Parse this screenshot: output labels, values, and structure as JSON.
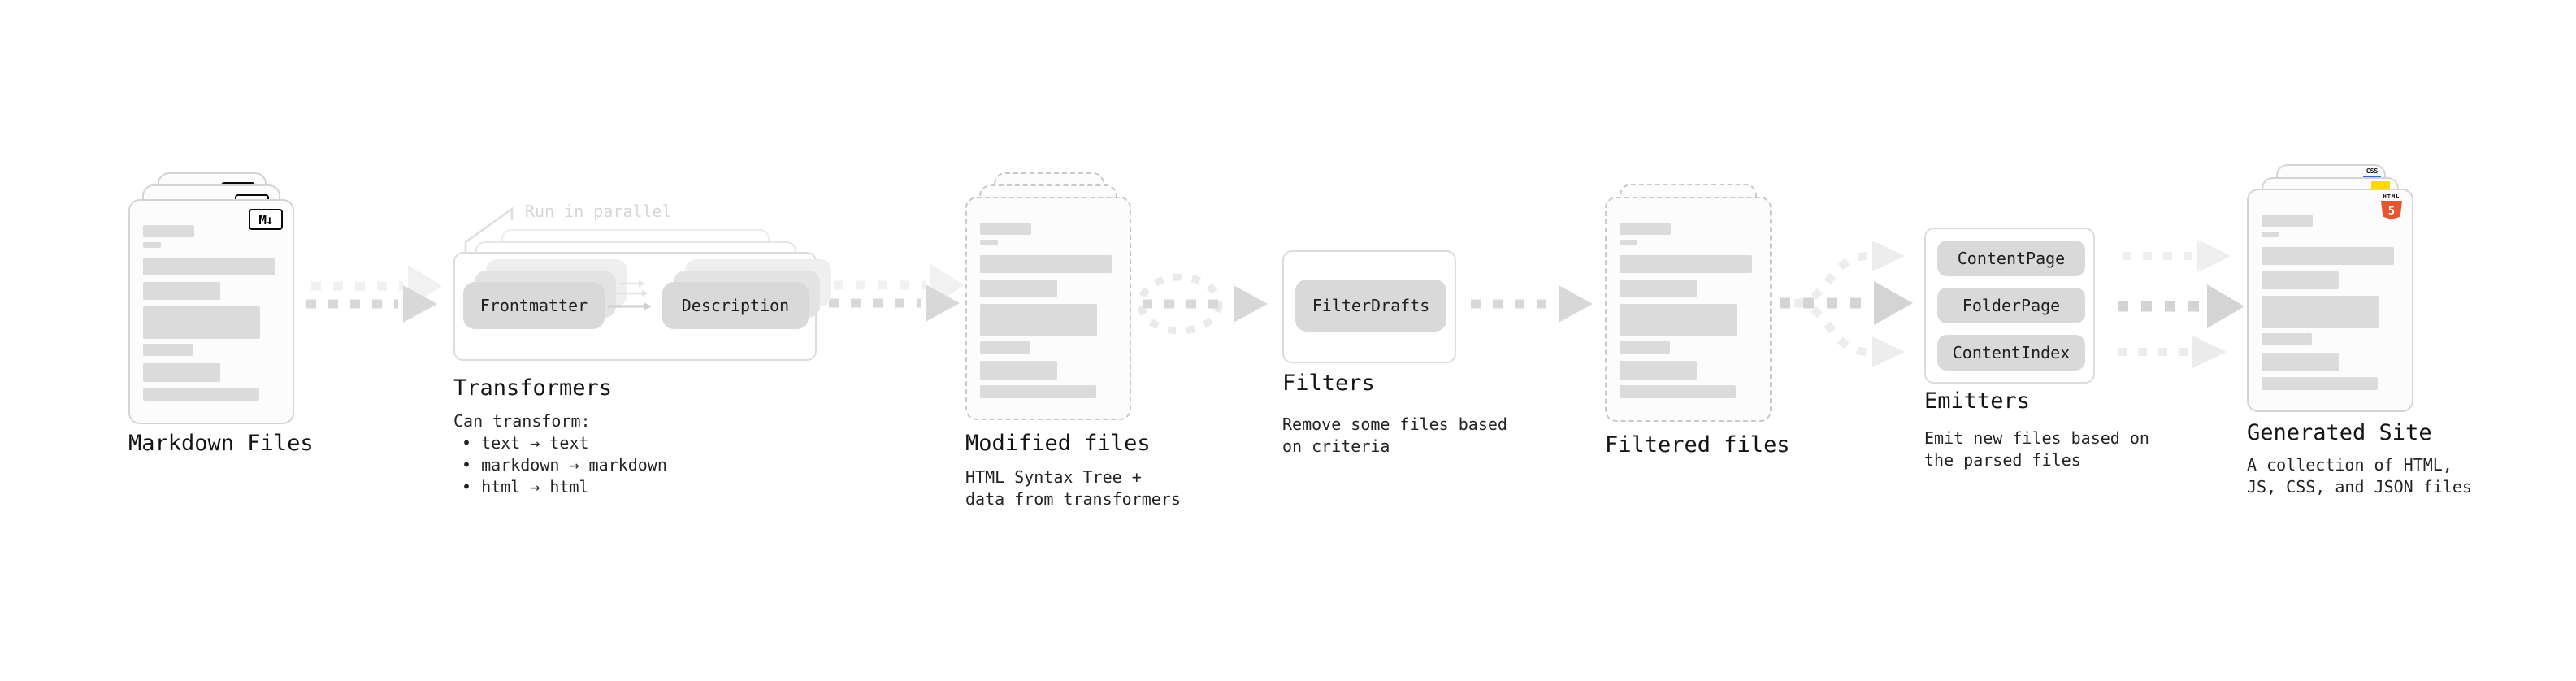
{
  "nodes": {
    "markdown_files": {
      "title": "Markdown Files"
    },
    "transformers": {
      "title": "Transformers",
      "annotation": "Run in parallel",
      "pills": [
        "Frontmatter",
        "Description"
      ],
      "desc_heading": "Can transform:",
      "bullets": [
        "• text → text",
        "• markdown → markdown",
        "• html → html"
      ]
    },
    "modified_files": {
      "title": "Modified files",
      "lines": [
        "HTML Syntax Tree +",
        "data from transformers"
      ]
    },
    "filters": {
      "title": "Filters",
      "pill": "FilterDrafts",
      "lines": [
        "Remove some files based",
        "on criteria"
      ]
    },
    "filtered_files": {
      "title": "Filtered files"
    },
    "emitters": {
      "title": "Emitters",
      "pills": [
        "ContentPage",
        "FolderPage",
        "ContentIndex"
      ],
      "lines": [
        "Emit new files based on",
        "the parsed files"
      ]
    },
    "generated_site": {
      "title": "Generated Site",
      "lines": [
        "A collection of HTML,",
        "JS, CSS, and JSON files"
      ]
    }
  },
  "badges": {
    "markdown": "M↓",
    "html_label": "HTML",
    "html_number": "5",
    "css": "CSS"
  },
  "colors": {
    "html_orange": "#e8542c",
    "js_yellow": "#ffd900",
    "css_blue": "#2965f1",
    "arrow_gray": "#d8d8d8",
    "arrow_light": "#efefef",
    "pill_gray": "#d9d9d9"
  }
}
